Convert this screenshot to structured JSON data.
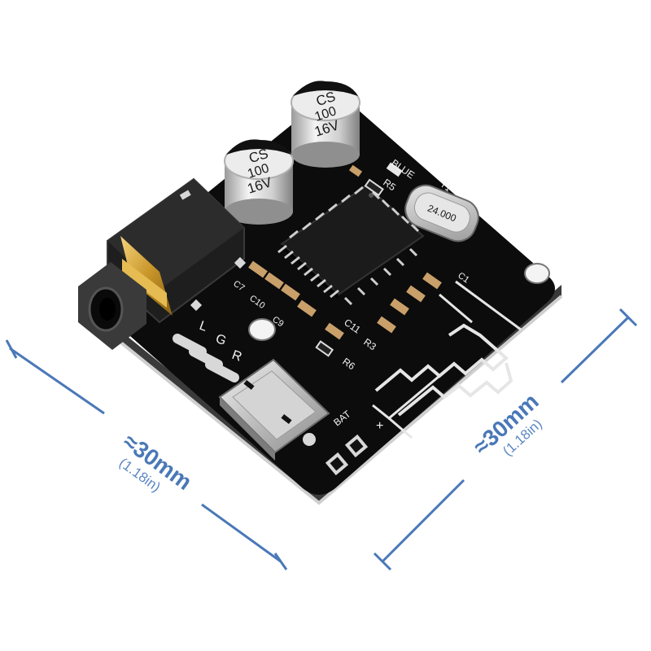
{
  "dimensions": {
    "left": {
      "value": "≈30mm",
      "sub": "(1.18in)"
    },
    "right": {
      "value": "≈30mm",
      "sub": "(1.18in)"
    }
  },
  "board": {
    "cap1": {
      "line1": "CS",
      "line2": "100",
      "line3": "16V"
    },
    "cap2": {
      "line1": "CS",
      "line2": "100",
      "line3": "16V"
    },
    "labels": {
      "blue": "BLUE",
      "r5": "R5",
      "y1": "Y1",
      "crystal": "24.000",
      "l": "L",
      "g": "G",
      "r": "R",
      "c7": "C7",
      "c10": "C10",
      "c9": "C9",
      "c11": "C11",
      "c1": "C1",
      "r6": "R6",
      "r3": "R3",
      "bat": "BAT",
      "plus": "+"
    }
  },
  "colors": {
    "pcb": "#0c0c0c",
    "accent": "#4a78b8",
    "gold": "#d9a838"
  }
}
